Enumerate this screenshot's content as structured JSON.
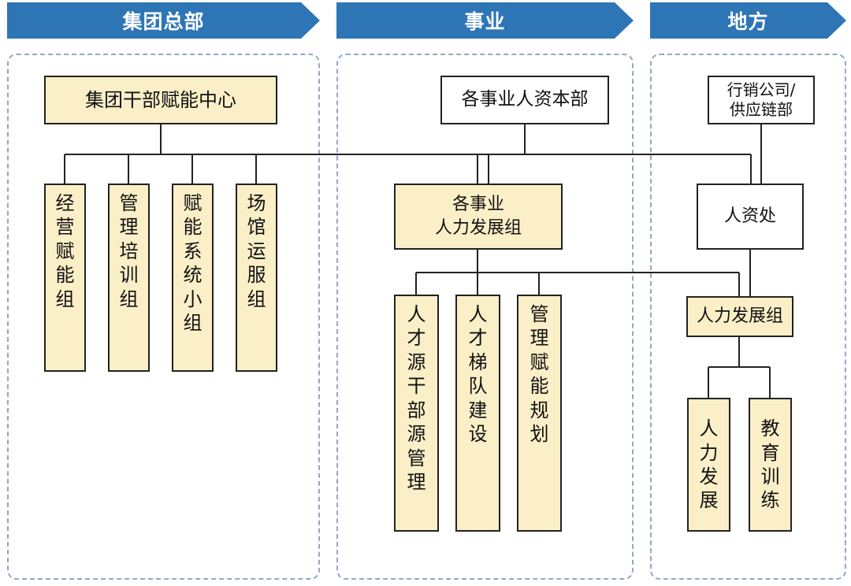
{
  "headers": {
    "hq": "集团总部",
    "business": "事业",
    "local": "地方"
  },
  "hq": {
    "center": "集团干部赋能中心",
    "groups": [
      "经营赋能组",
      "管理培训组",
      "赋能系统小组",
      "场馆运服组"
    ]
  },
  "business": {
    "hr_dept": "各事业人资本部",
    "dev_group": "各事业\n人力发展组",
    "subgroups": [
      "人才源干部源管理",
      "人才梯队建设",
      "管理赋能规划"
    ]
  },
  "local": {
    "company": "行销公司/\n供应链部",
    "hr_office": "人资处",
    "dev_group": "人力发展组",
    "subgroups": [
      "人力发展",
      "教育训练"
    ]
  }
}
